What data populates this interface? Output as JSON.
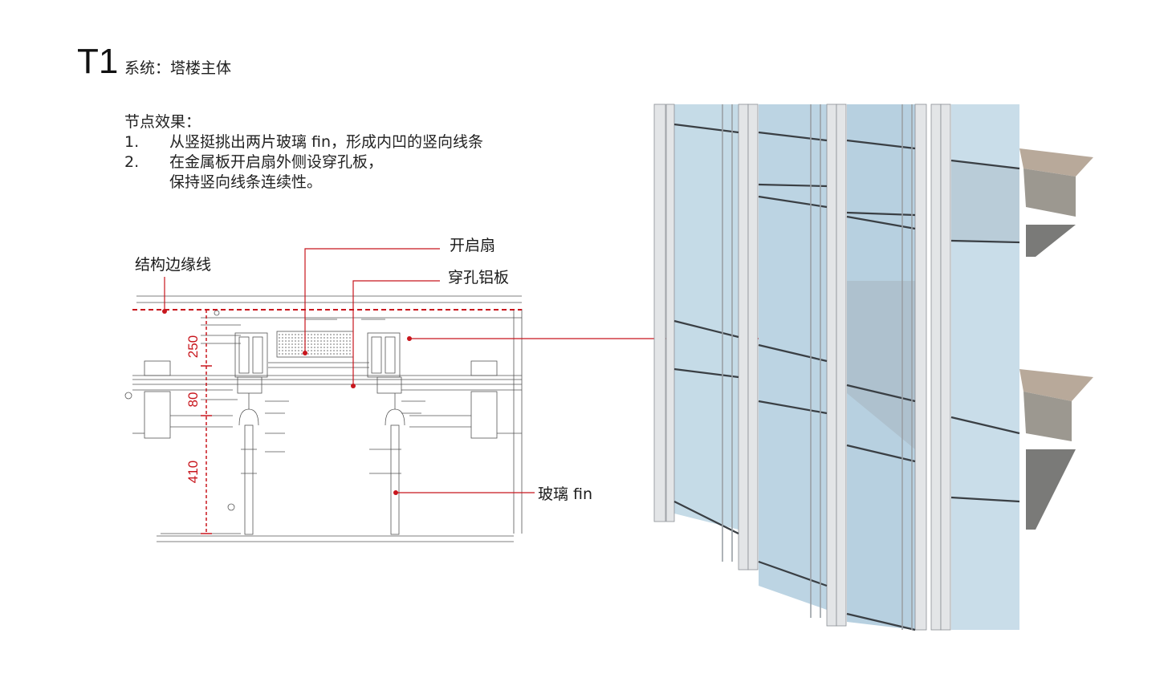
{
  "header": {
    "code": "T1",
    "system": "系统：塔楼主体"
  },
  "notes": {
    "title": "节点效果：",
    "items": [
      {
        "num": "1.",
        "text": "从竖挺挑出两片玻璃 fin，形成内凹的竖向线条"
      },
      {
        "num": "2.",
        "text": "在金属板开启扇外侧设穿孔板，"
      },
      {
        "num": "",
        "text": "保持竖向线条连续性。"
      }
    ]
  },
  "callouts": {
    "edge_line": "结构边缘线",
    "vent": "开启扇",
    "perforated_panel": "穿孔铝板",
    "glass_fin": "玻璃 fin"
  },
  "dimensions": {
    "d1": "250",
    "d2": "80",
    "d3": "410"
  },
  "colors": {
    "accent": "#c8161d",
    "line": "#333333",
    "glass": "#b9d3e2"
  }
}
